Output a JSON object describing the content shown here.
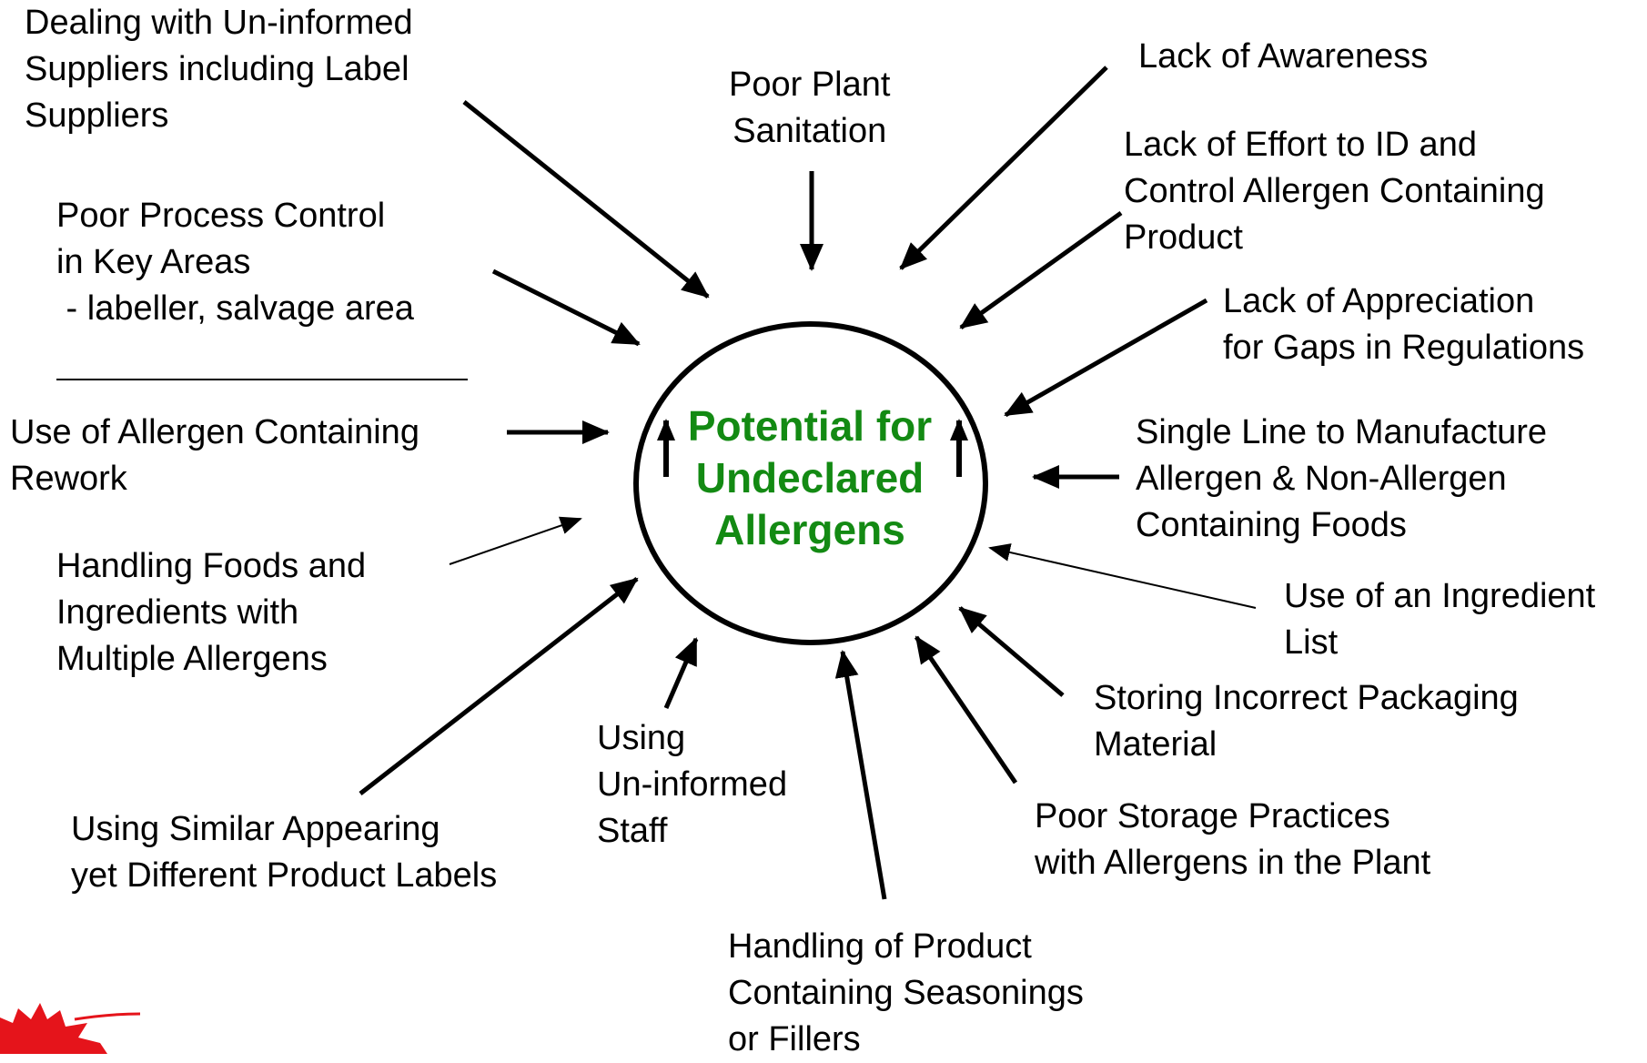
{
  "center": {
    "lines": [
      "Potential for",
      "Undeclared",
      "Allergens"
    ],
    "color": "#138a13"
  },
  "causes": [
    {
      "id": "uninformed-suppliers",
      "lines": [
        "Dealing with Un-informed",
        "Suppliers including Label",
        "Suppliers"
      ]
    },
    {
      "id": "poor-plant-sanitation",
      "lines": [
        "Poor Plant",
        "Sanitation"
      ]
    },
    {
      "id": "lack-of-awareness",
      "lines": [
        "Lack of Awareness"
      ]
    },
    {
      "id": "lack-of-effort",
      "lines": [
        "Lack of Effort to ID and",
        "Control Allergen Containing",
        "Product"
      ]
    },
    {
      "id": "poor-process-control",
      "lines": [
        "Poor Process Control",
        "in Key Areas",
        " - labeller, salvage area"
      ]
    },
    {
      "id": "lack-of-appreciation",
      "lines": [
        "Lack of Appreciation",
        "for Gaps in Regulations"
      ]
    },
    {
      "id": "allergen-rework",
      "lines": [
        "Use of Allergen Containing",
        "Rework"
      ]
    },
    {
      "id": "single-line",
      "lines": [
        "Single Line to Manufacture",
        "Allergen & Non-Allergen",
        "Containing Foods"
      ]
    },
    {
      "id": "multiple-allergens",
      "lines": [
        "Handling Foods and",
        "Ingredients with",
        "Multiple Allergens"
      ]
    },
    {
      "id": "ingredient-list",
      "lines": [
        "Use of an Ingredient",
        "List"
      ]
    },
    {
      "id": "incorrect-packaging",
      "lines": [
        "Storing Incorrect Packaging",
        "Material"
      ]
    },
    {
      "id": "uninformed-staff",
      "lines": [
        "Using",
        "Un-informed",
        "Staff"
      ]
    },
    {
      "id": "similar-labels",
      "lines": [
        "Using Similar Appearing",
        "yet Different Product Labels"
      ]
    },
    {
      "id": "poor-storage",
      "lines": [
        "Poor Storage Practices",
        "with Allergens in the Plant"
      ]
    },
    {
      "id": "seasonings-fillers",
      "lines": [
        "Handling of Product",
        "Containing Seasonings",
        "or Fillers"
      ]
    }
  ],
  "logo": {
    "icon": "maple-leaf-icon",
    "color": "#e5141b"
  }
}
